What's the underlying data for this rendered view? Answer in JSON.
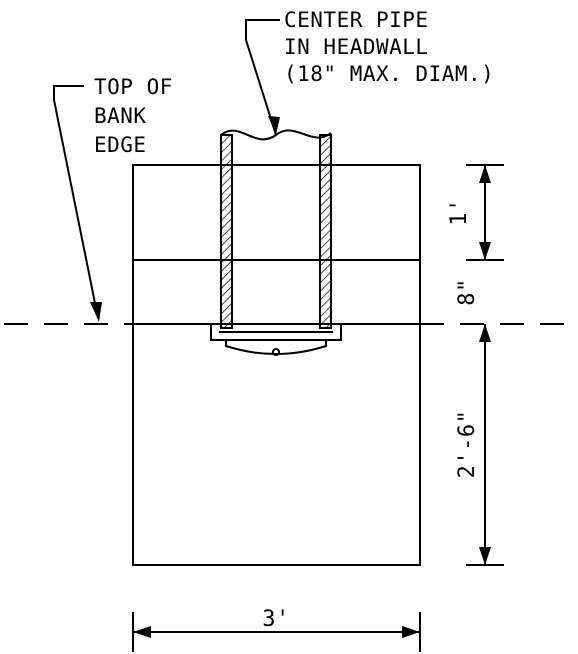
{
  "labels": {
    "center_pipe": [
      "CENTER PIPE",
      "IN HEADWALL",
      "(18\" MAX. DIAM.)"
    ],
    "top_of_bank": [
      "TOP OF",
      "BANK",
      "EDGE"
    ]
  },
  "dimensions": {
    "top_section": "1'",
    "middle_section": "8\"",
    "bottom_section": "2'-6\"",
    "width": "3'"
  },
  "colors": {
    "line": "#000000",
    "background": "#ffffff"
  }
}
